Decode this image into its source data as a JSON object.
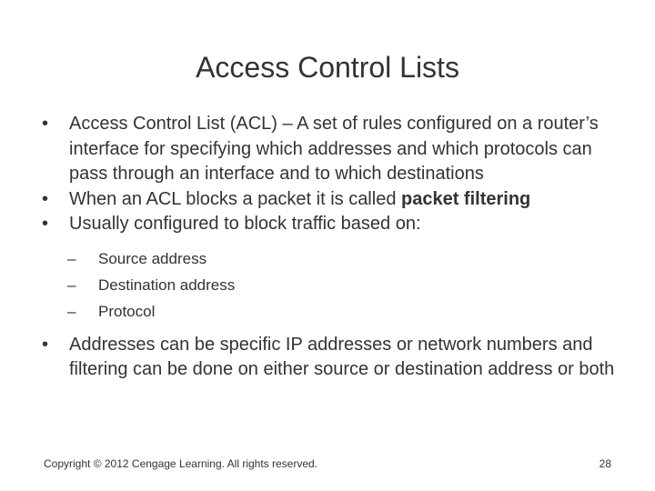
{
  "slide": {
    "title": "Access Control Lists",
    "bullet_marker": "•",
    "sub_marker": "–",
    "bullets": [
      {
        "text": "Access Control List (ACL) – A set of rules configured on a router’s interface for specifying which addresses and which protocols can pass through an interface and to which destinations"
      },
      {
        "text_before": "When an ACL blocks a packet it is called ",
        "text_bold": "packet filtering"
      },
      {
        "text": "Usually configured to block traffic based on:",
        "sub_items": [
          "Source address",
          "Destination address",
          "Protocol"
        ]
      },
      {
        "text": "Addresses can be specific IP addresses or network numbers and filtering can be done on either source or destination address or both"
      }
    ],
    "footer": {
      "copyright": "Copyright © 2012 Cengage Learning. All rights reserved.",
      "page_number": "28"
    }
  }
}
